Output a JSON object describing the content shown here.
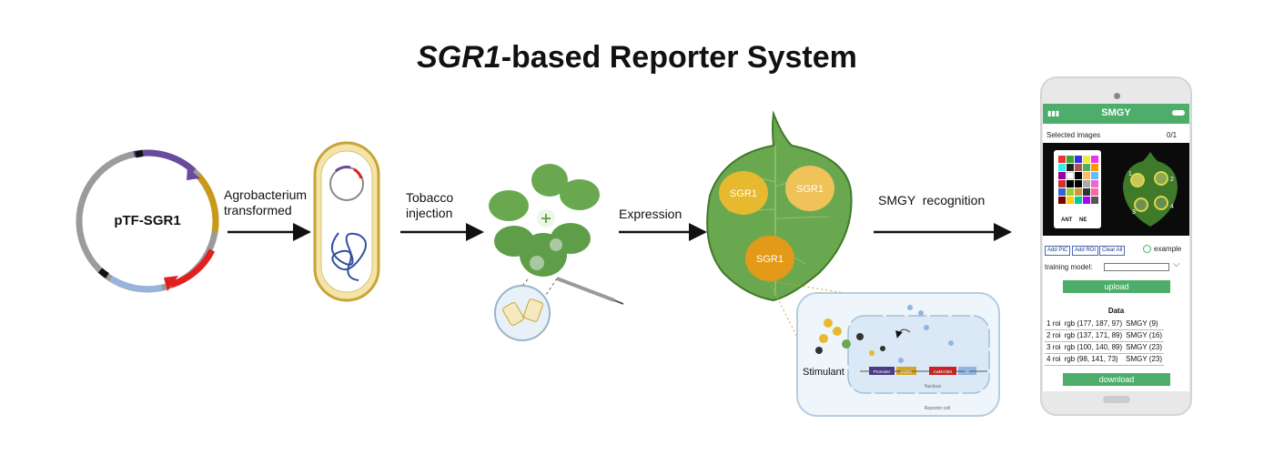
{
  "title": {
    "gene": "SGR1",
    "rest": "-based Reporter System"
  },
  "plasmid": {
    "label": "pTF-SGR1"
  },
  "arrows": {
    "agro": [
      "Agrobacterium",
      "transformed"
    ],
    "tobacco": [
      "Tobacco",
      "injection"
    ],
    "expression": "Expression",
    "recognition": "SMGY  recognition"
  },
  "leaf": {
    "spots": [
      "SGR1",
      "SGR1",
      "SGR1"
    ]
  },
  "cell": {
    "stimulant": "Stimulant",
    "parts": [
      "Promoter",
      "SGR1",
      "CaMV35S",
      "TF"
    ],
    "nucleus": "Nucleus",
    "reporter": "Reporter cell"
  },
  "app": {
    "name": "SMGY",
    "selected_label": "Selected images",
    "selected_count": "0/1",
    "colorcard_labels": [
      "ANT",
      "NE"
    ],
    "leaf_marks": [
      "1",
      "2",
      "3",
      "4"
    ],
    "buttons": [
      "Add PIC",
      "Add ROI",
      "Clear All"
    ],
    "example": "example",
    "training_label": "training model:",
    "upload": "upload",
    "data_title": "Data",
    "rows": [
      [
        "1 roi",
        "rgb (177, 187, 97)",
        "SMGY (9)"
      ],
      [
        "2 roi",
        "rgb (137, 171, 89)",
        "SMGY (16)"
      ],
      [
        "3 roi",
        "rgb (100, 140, 89)",
        "SMGY (23)"
      ],
      [
        "4 roi",
        "rgb (98, 141, 73)",
        "SMGY (23)"
      ]
    ],
    "download": "download"
  },
  "colors": {
    "accent_green": "#4cae6a",
    "leaf": "#6aa84f",
    "spot_yellow": "#e6b92e",
    "spot_orange": "#e39a18"
  }
}
